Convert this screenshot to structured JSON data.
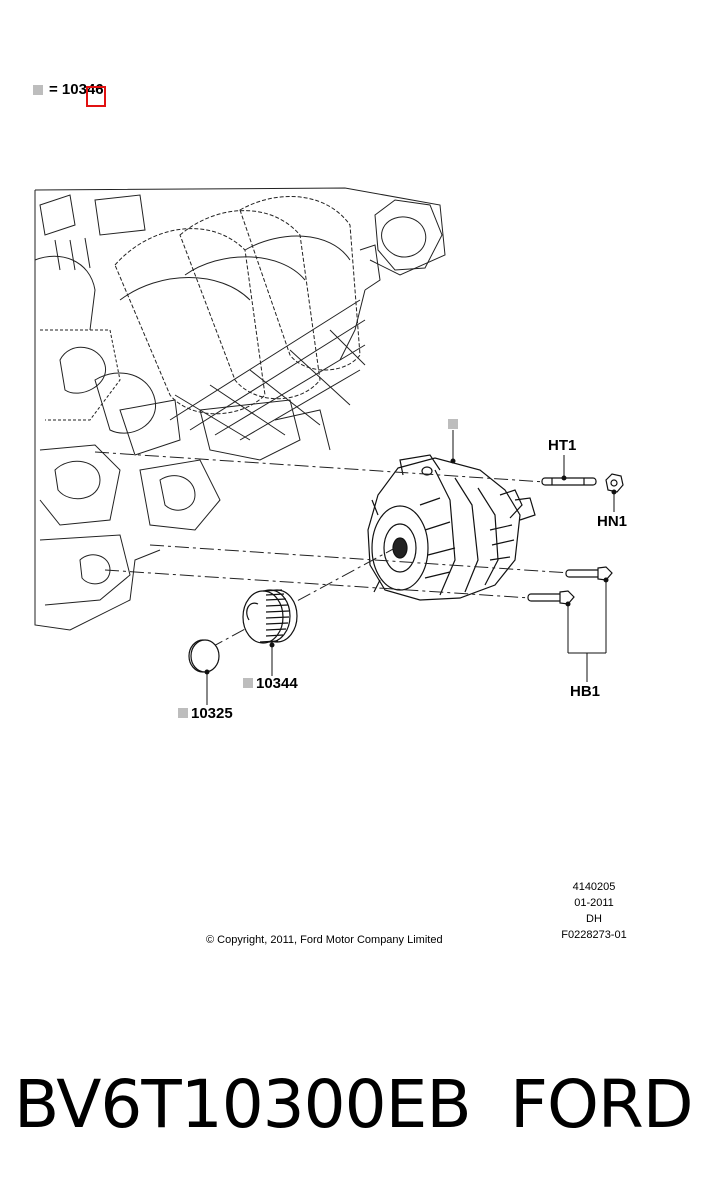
{
  "legend": {
    "text": "= 10346",
    "highlight_color": "#e11111"
  },
  "callouts": {
    "ht1": "HT1",
    "hn1": "HN1",
    "hb1": "HB1",
    "p10344": "10344",
    "p10325": "10325"
  },
  "meta": [
    "4140205",
    "01-2011",
    "DH",
    "F0228273-01"
  ],
  "copyright": "© Copyright, 2011, Ford Motor Company Limited",
  "footer": {
    "part_number": "BV6T10300EB",
    "brand": "FORD"
  }
}
